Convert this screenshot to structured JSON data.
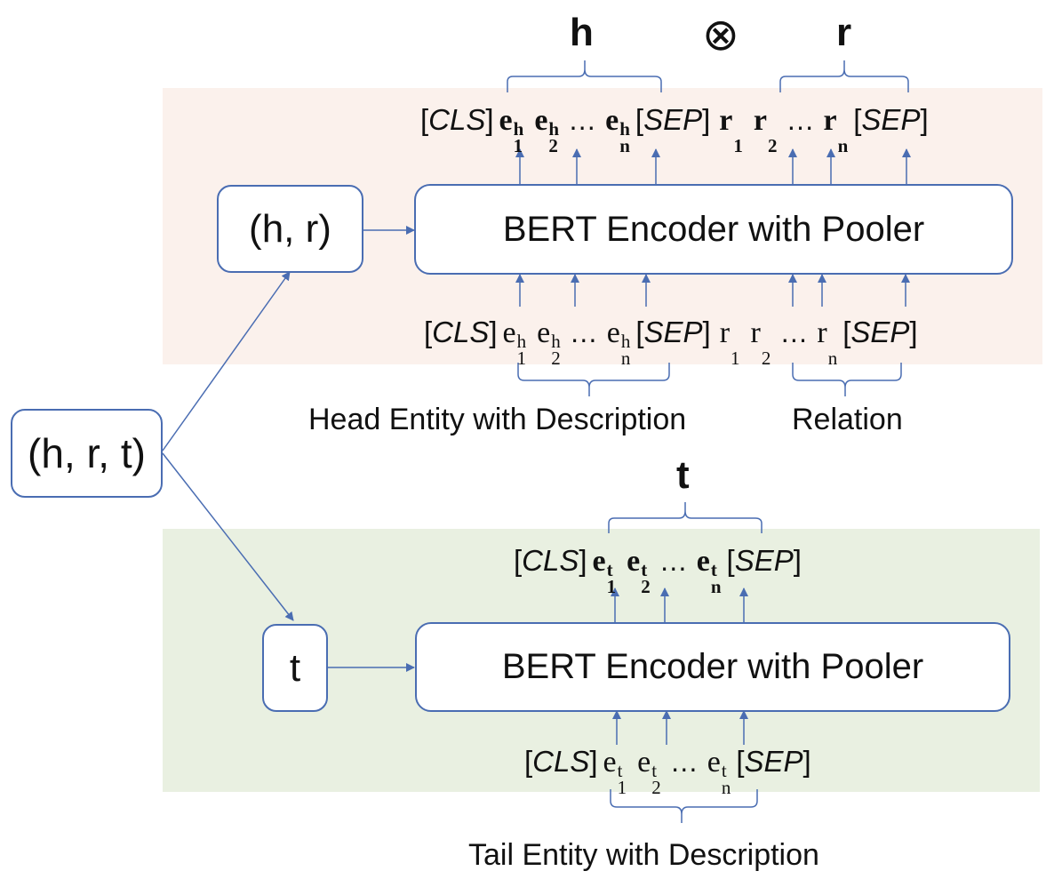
{
  "colors": {
    "top_panel": "#fbf1ec",
    "bottom_panel": "#e9f0e1",
    "stroke": "#4a6db2"
  },
  "nodes": {
    "triple": "(h, r, t)",
    "head_relation": "(h, r)",
    "tail": "t"
  },
  "encoders": {
    "top": "BERT Encoder with Pooler",
    "bottom": "BERT Encoder with Pooler"
  },
  "tokens": {
    "cls": "CLS",
    "sep": "SEP",
    "entity_symbol": "e",
    "relation_symbol": "r",
    "ellipsis": "…",
    "sub_1": "1",
    "sub_2": "2",
    "sub_n": "n",
    "sup_h": "h",
    "sup_t": "t"
  },
  "output_labels": {
    "head": "h",
    "operator": "⊗",
    "relation": "r",
    "tail": "t"
  },
  "captions": {
    "head_entity": "Head Entity with Description",
    "relation": "Relation",
    "tail_entity": "Tail Entity with Description"
  }
}
